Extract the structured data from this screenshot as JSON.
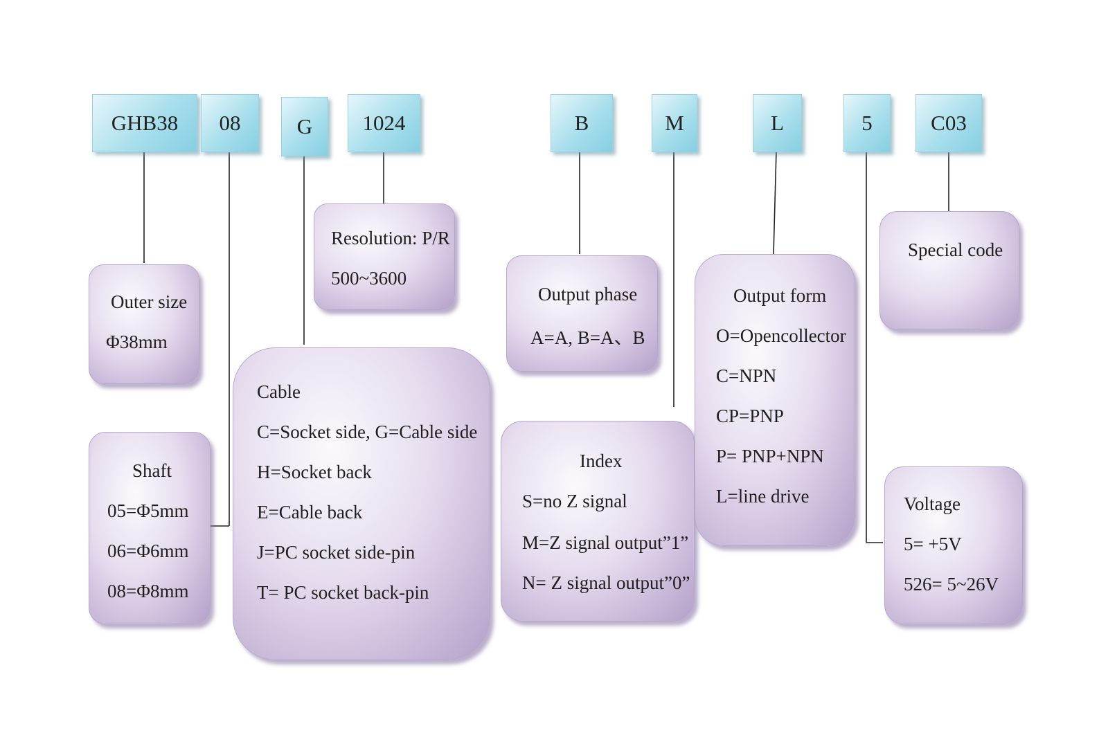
{
  "codes": [
    "GHB38",
    "08",
    "G",
    "1024",
    "B",
    "M",
    "L",
    "5",
    "C03"
  ],
  "outer_size": {
    "title": "Outer size",
    "value": "Φ38mm"
  },
  "shaft": {
    "title": "Shaft",
    "items": [
      "05=Φ5mm",
      "06=Φ6mm",
      "08=Φ8mm"
    ]
  },
  "cable": {
    "title": "Cable",
    "items": [
      "C=Socket side, G=Cable side",
      "H=Socket back",
      "E=Cable back",
      "J=PC socket side-pin",
      "T= PC socket back-pin"
    ]
  },
  "resolution": {
    "title": "Resolution: P/R",
    "value": "500~3600"
  },
  "output_phase": {
    "title": "Output phase",
    "value": "A=A, B=A、B"
  },
  "index": {
    "title": "Index",
    "items": [
      "S=no Z signal",
      "M=Z signal output”1”",
      "N= Z signal output”0”"
    ]
  },
  "output_form": {
    "title": "Output form",
    "items": [
      "O=Opencollector",
      "C=NPN",
      "CP=PNP",
      "P= PNP+NPN",
      "L=line drive"
    ]
  },
  "special_code": {
    "title": "Special code"
  },
  "voltage": {
    "title": "Voltage",
    "items": [
      "5= +5V",
      "526= 5~26V"
    ]
  }
}
